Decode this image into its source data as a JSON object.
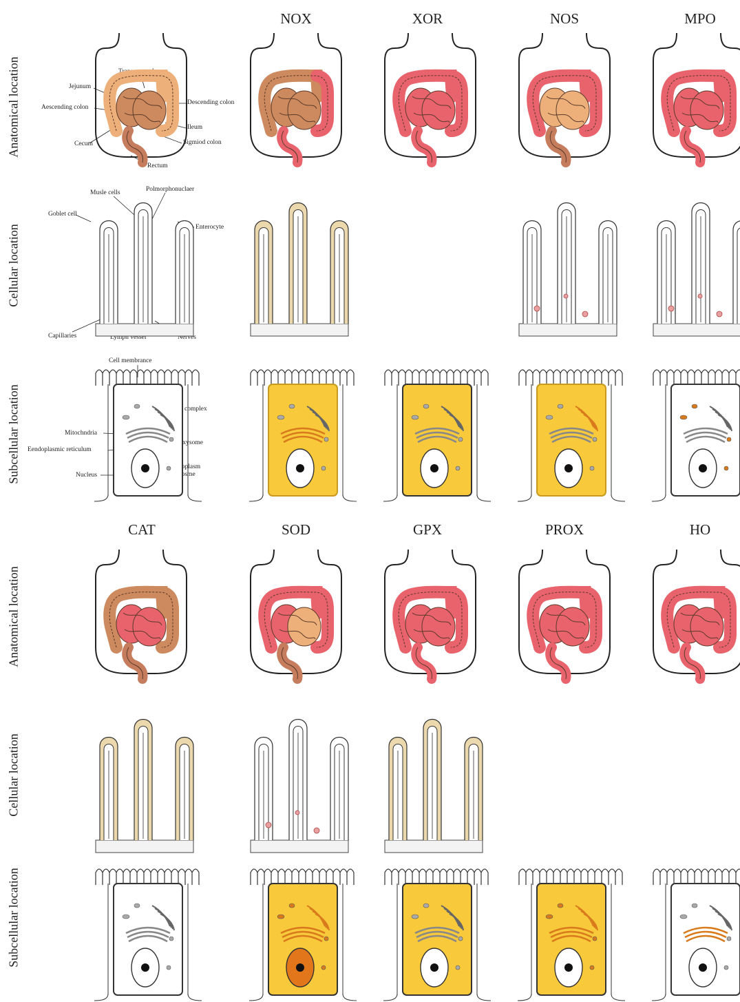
{
  "row_labels": {
    "anatomical": "Anatomical location",
    "cellular": "Cellular location",
    "subcellular": "Subcellular location"
  },
  "enzymes_top": [
    "NOX",
    "XOR",
    "NOS",
    "MPO"
  ],
  "enzymes_bottom": [
    "CAT",
    "SOD",
    "GPX",
    "PROX",
    "HO"
  ],
  "reference_annotations": {
    "anatomical": [
      "Transerve colon",
      "Jejunum",
      "Aescending colon",
      "Descending colon",
      "Ileum",
      "Cecum",
      "Sigmiod colon",
      "Rectum"
    ],
    "cellular": [
      "Musle cells",
      "Polmorphonuclaer",
      "Goblet cell",
      "Enterocyte",
      "Capillaries",
      "Lymph vessel",
      "Nerves"
    ],
    "subcellular": [
      "Cell membrance",
      "Golgi complex",
      "Mitochndria",
      "Peroxysome",
      "Eendoplasmic reticulum",
      "Cytoplasm",
      "Nucleus",
      "Lysosme"
    ]
  },
  "colors": {
    "base_gut": "#cd8a5e",
    "highlight_red": "#e8636c",
    "highlight_tan": "#eeb07a",
    "rectum_brown": "#c57d5e",
    "cellular_tan": "#ecd8ad",
    "cytoplasm_yellow": "#f7c93b",
    "organelle_orange": "#d97b1c",
    "nucleus_orange": "#e2761b",
    "outline": "#333333"
  },
  "panels": {
    "anatomical": [
      {
        "col": 0,
        "row": 0,
        "small": "base",
        "large": "tan",
        "rectum": "base"
      },
      {
        "col": 1,
        "row": 0,
        "small": "base",
        "large": "split",
        "rectum": "red"
      },
      {
        "col": 2,
        "row": 0,
        "small": "red",
        "large": "red",
        "rectum": "red"
      },
      {
        "col": 3,
        "row": 0,
        "small": "tan",
        "large": "red",
        "rectum": "base"
      },
      {
        "col": 4,
        "row": 0,
        "small": "red",
        "large": "red",
        "rectum": "red"
      },
      {
        "col": 0,
        "row": 3,
        "small": "red",
        "large": "base",
        "rectum": "base"
      },
      {
        "col": 1,
        "row": 3,
        "small": "split",
        "large": "red",
        "rectum": "base"
      },
      {
        "col": 2,
        "row": 3,
        "small": "red",
        "large": "red",
        "rectum": "red"
      },
      {
        "col": 3,
        "row": 3,
        "small": "red",
        "large": "red",
        "rectum": "red"
      },
      {
        "col": 4,
        "row": 3,
        "small": "red",
        "large": "red",
        "rectum": "red"
      }
    ],
    "cellular": [
      {
        "col": 0,
        "row": 1,
        "fill": "white",
        "spots": false
      },
      {
        "col": 1,
        "row": 1,
        "fill": "tan",
        "spots": false
      },
      {
        "col": 3,
        "row": 1,
        "fill": "white",
        "spots": true
      },
      {
        "col": 4,
        "row": 1,
        "fill": "white",
        "spots": true
      },
      {
        "col": 0,
        "row": 4,
        "fill": "tan",
        "spots": false
      },
      {
        "col": 1,
        "row": 4,
        "fill": "white",
        "spots": true
      },
      {
        "col": 2,
        "row": 4,
        "fill": "tan",
        "spots": false
      }
    ],
    "subcellular": [
      {
        "col": 0,
        "row": 2,
        "cyto": "white",
        "organelles": "none",
        "nucleus": "white",
        "membrane": "plain"
      },
      {
        "col": 1,
        "row": 2,
        "cyto": "yellow",
        "organelles": "er",
        "nucleus": "white",
        "membrane": "yellow"
      },
      {
        "col": 2,
        "row": 2,
        "cyto": "yellow",
        "organelles": "none",
        "nucleus": "white",
        "membrane": "plain"
      },
      {
        "col": 3,
        "row": 2,
        "cyto": "yellow",
        "organelles": "golgi",
        "nucleus": "white",
        "membrane": "yellow"
      },
      {
        "col": 4,
        "row": 2,
        "cyto": "white",
        "organelles": "dots",
        "nucleus": "white",
        "membrane": "plain"
      },
      {
        "col": 0,
        "row": 5,
        "cyto": "white",
        "organelles": "none",
        "nucleus": "white",
        "membrane": "plain"
      },
      {
        "col": 1,
        "row": 5,
        "cyto": "yellow",
        "organelles": "all",
        "nucleus": "orange",
        "membrane": "plain"
      },
      {
        "col": 2,
        "row": 5,
        "cyto": "yellow",
        "organelles": "none",
        "nucleus": "white",
        "membrane": "plain"
      },
      {
        "col": 3,
        "row": 5,
        "cyto": "yellow",
        "organelles": "all",
        "nucleus": "white",
        "membrane": "plain"
      },
      {
        "col": 4,
        "row": 5,
        "cyto": "white",
        "organelles": "er",
        "nucleus": "white",
        "membrane": "plain"
      }
    ]
  }
}
